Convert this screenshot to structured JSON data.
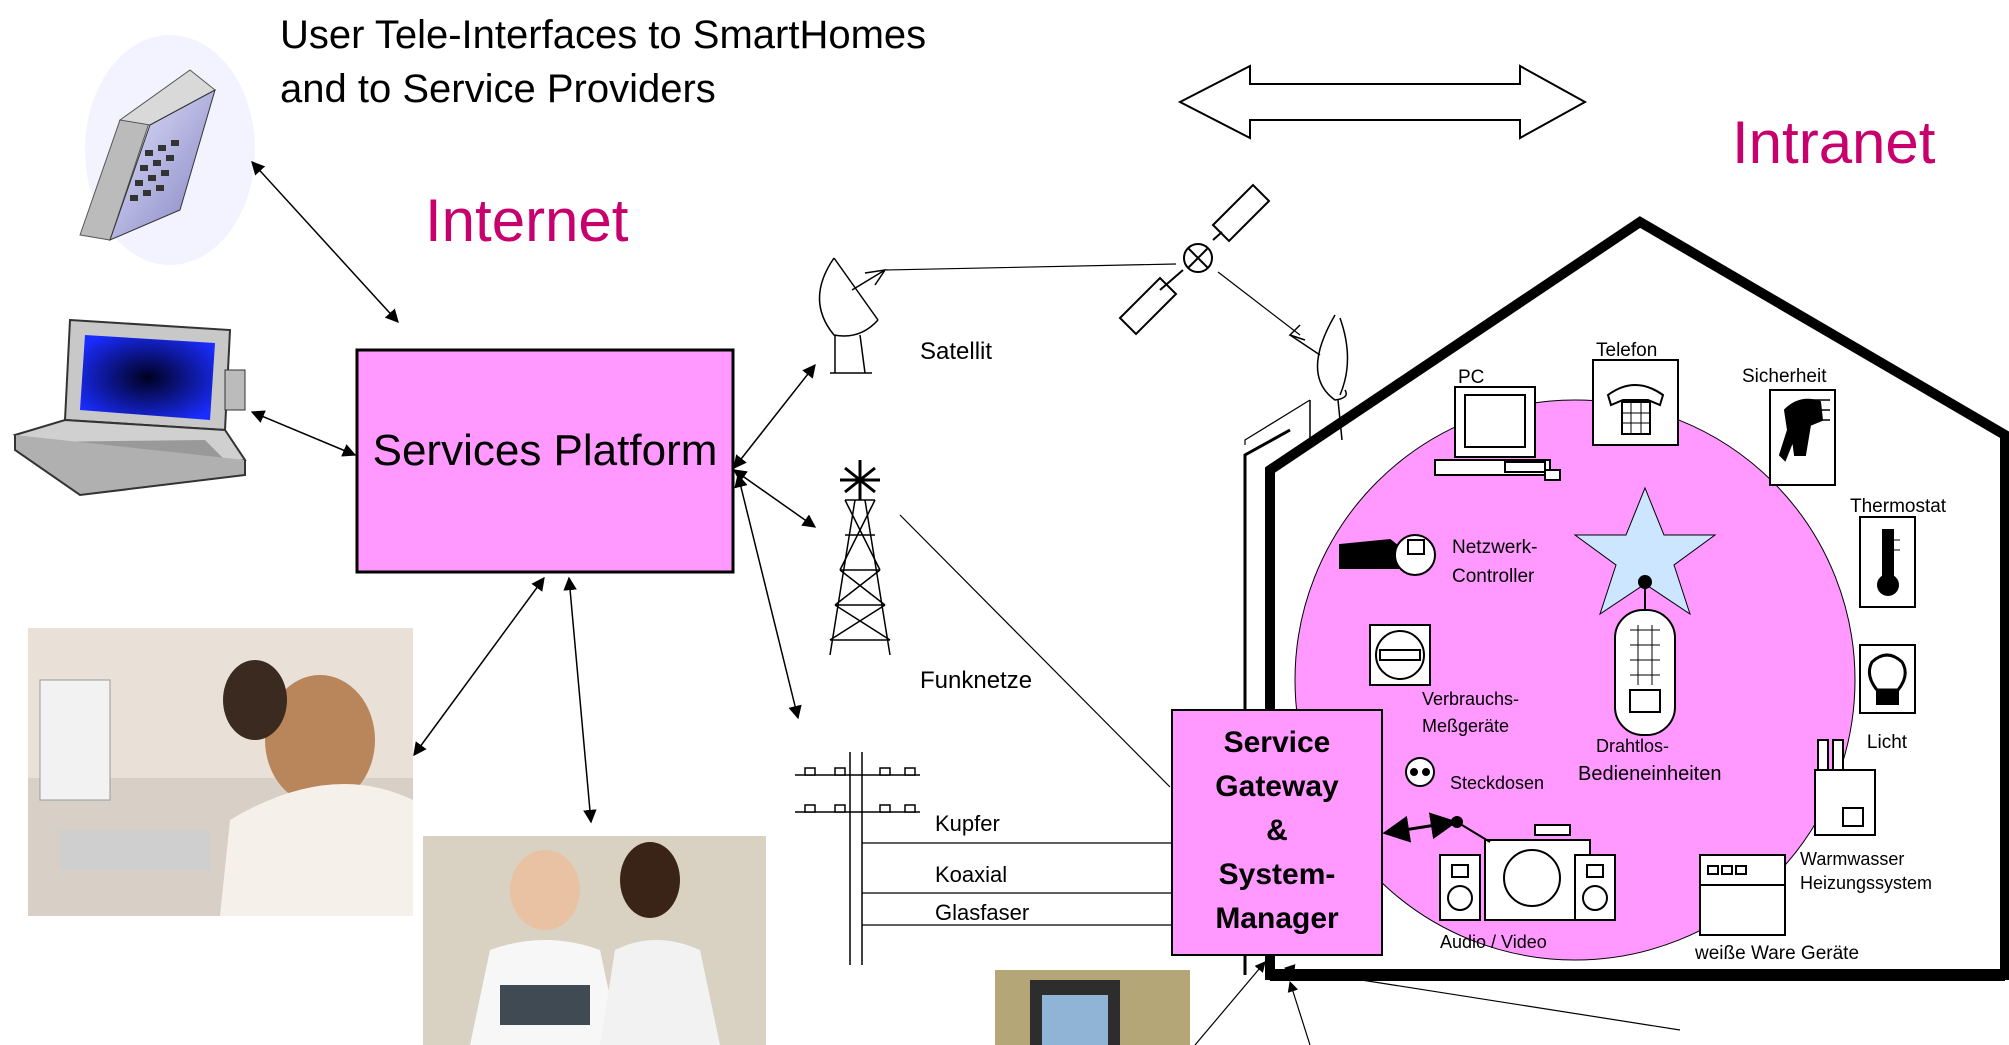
{
  "header": {
    "title_line1": "User Tele-Interfaces to SmartHomes",
    "title_line2": "and to Service Providers"
  },
  "regions": {
    "internet": "Internet",
    "intranet": "Intranet"
  },
  "platform": {
    "label": "Services Platform"
  },
  "gateway": {
    "line1": "Service",
    "line2": "Gateway",
    "line3": "&",
    "line4": "System-",
    "line5": "Manager"
  },
  "links": {
    "satellite": "Satellit",
    "radio": "Funknetze",
    "copper": "Kupfer",
    "coax": "Koaxial",
    "fiber": "Glasfaser"
  },
  "home_devices": {
    "pc": "PC",
    "phone": "Telefon",
    "security": "Sicherheit",
    "thermostat": "Thermostat",
    "controller_line1": "Netzwerk-",
    "controller_line2": "Controller",
    "meters_line1": "Verbrauchs-",
    "meters_line2": "Meßgeräte",
    "wireless_line1": "Drahtlos-",
    "wireless_line2": "Bedieneinheiten",
    "light": "Licht",
    "sockets": "Steckdosen",
    "heating_line1": "Warmwasser",
    "heating_line2": "Heizungssystem",
    "audio_video": "Audio / Video",
    "white_goods": "weiße Ware Geräte"
  },
  "colors": {
    "accent_magenta": "#c8006e",
    "box_pink": "#ff99ff",
    "circle_pink": "#ff99ff",
    "star_blue": "#cce6ff"
  }
}
